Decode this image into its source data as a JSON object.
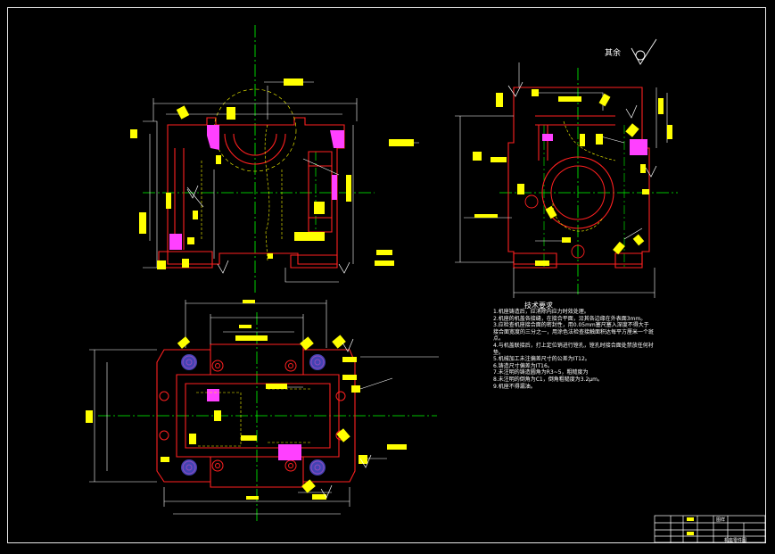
{
  "drawing": {
    "title_block": {
      "cell_main": "图样",
      "cell_name": "机座零件图"
    },
    "roughness_rest_label": "其余",
    "technical_requirements": {
      "title": "技术要求",
      "items": [
        "1.机座铸造后，应消除内应力时效处理。",
        "2.机座的机盖各接缝，在接合平面，沿其各边缘在外表面3mm。",
        "3.应检查机座接合面的密封性，用0.05mm塞尺塞入深度不得大于接合面宽度的三分之一，用涂色法检查接触面积达每平方厘米一个斑点。",
        "4.与机盖联接后，打上定位销进行镗孔，镗孔时接合面处禁放任何衬垫。",
        "5.机械加工未注偏差尺寸的公差为IT12。",
        "6.铸造尺寸偏差为IT16。",
        "7.未注明的铸造圆角为R3~5，粗糙度为",
        "8.未注明的倒角为C1，倒角粗糙度为3.2μm。",
        "9.机座不得漏油。"
      ]
    },
    "colors": {
      "outline": "#ff2020",
      "centerline": "#00ff00",
      "dimension": "#ffffff",
      "hatch": "#ff40ff",
      "hidden": "#ffff00",
      "label_box": "#ffff00",
      "phantom": "#6060ff"
    }
  }
}
